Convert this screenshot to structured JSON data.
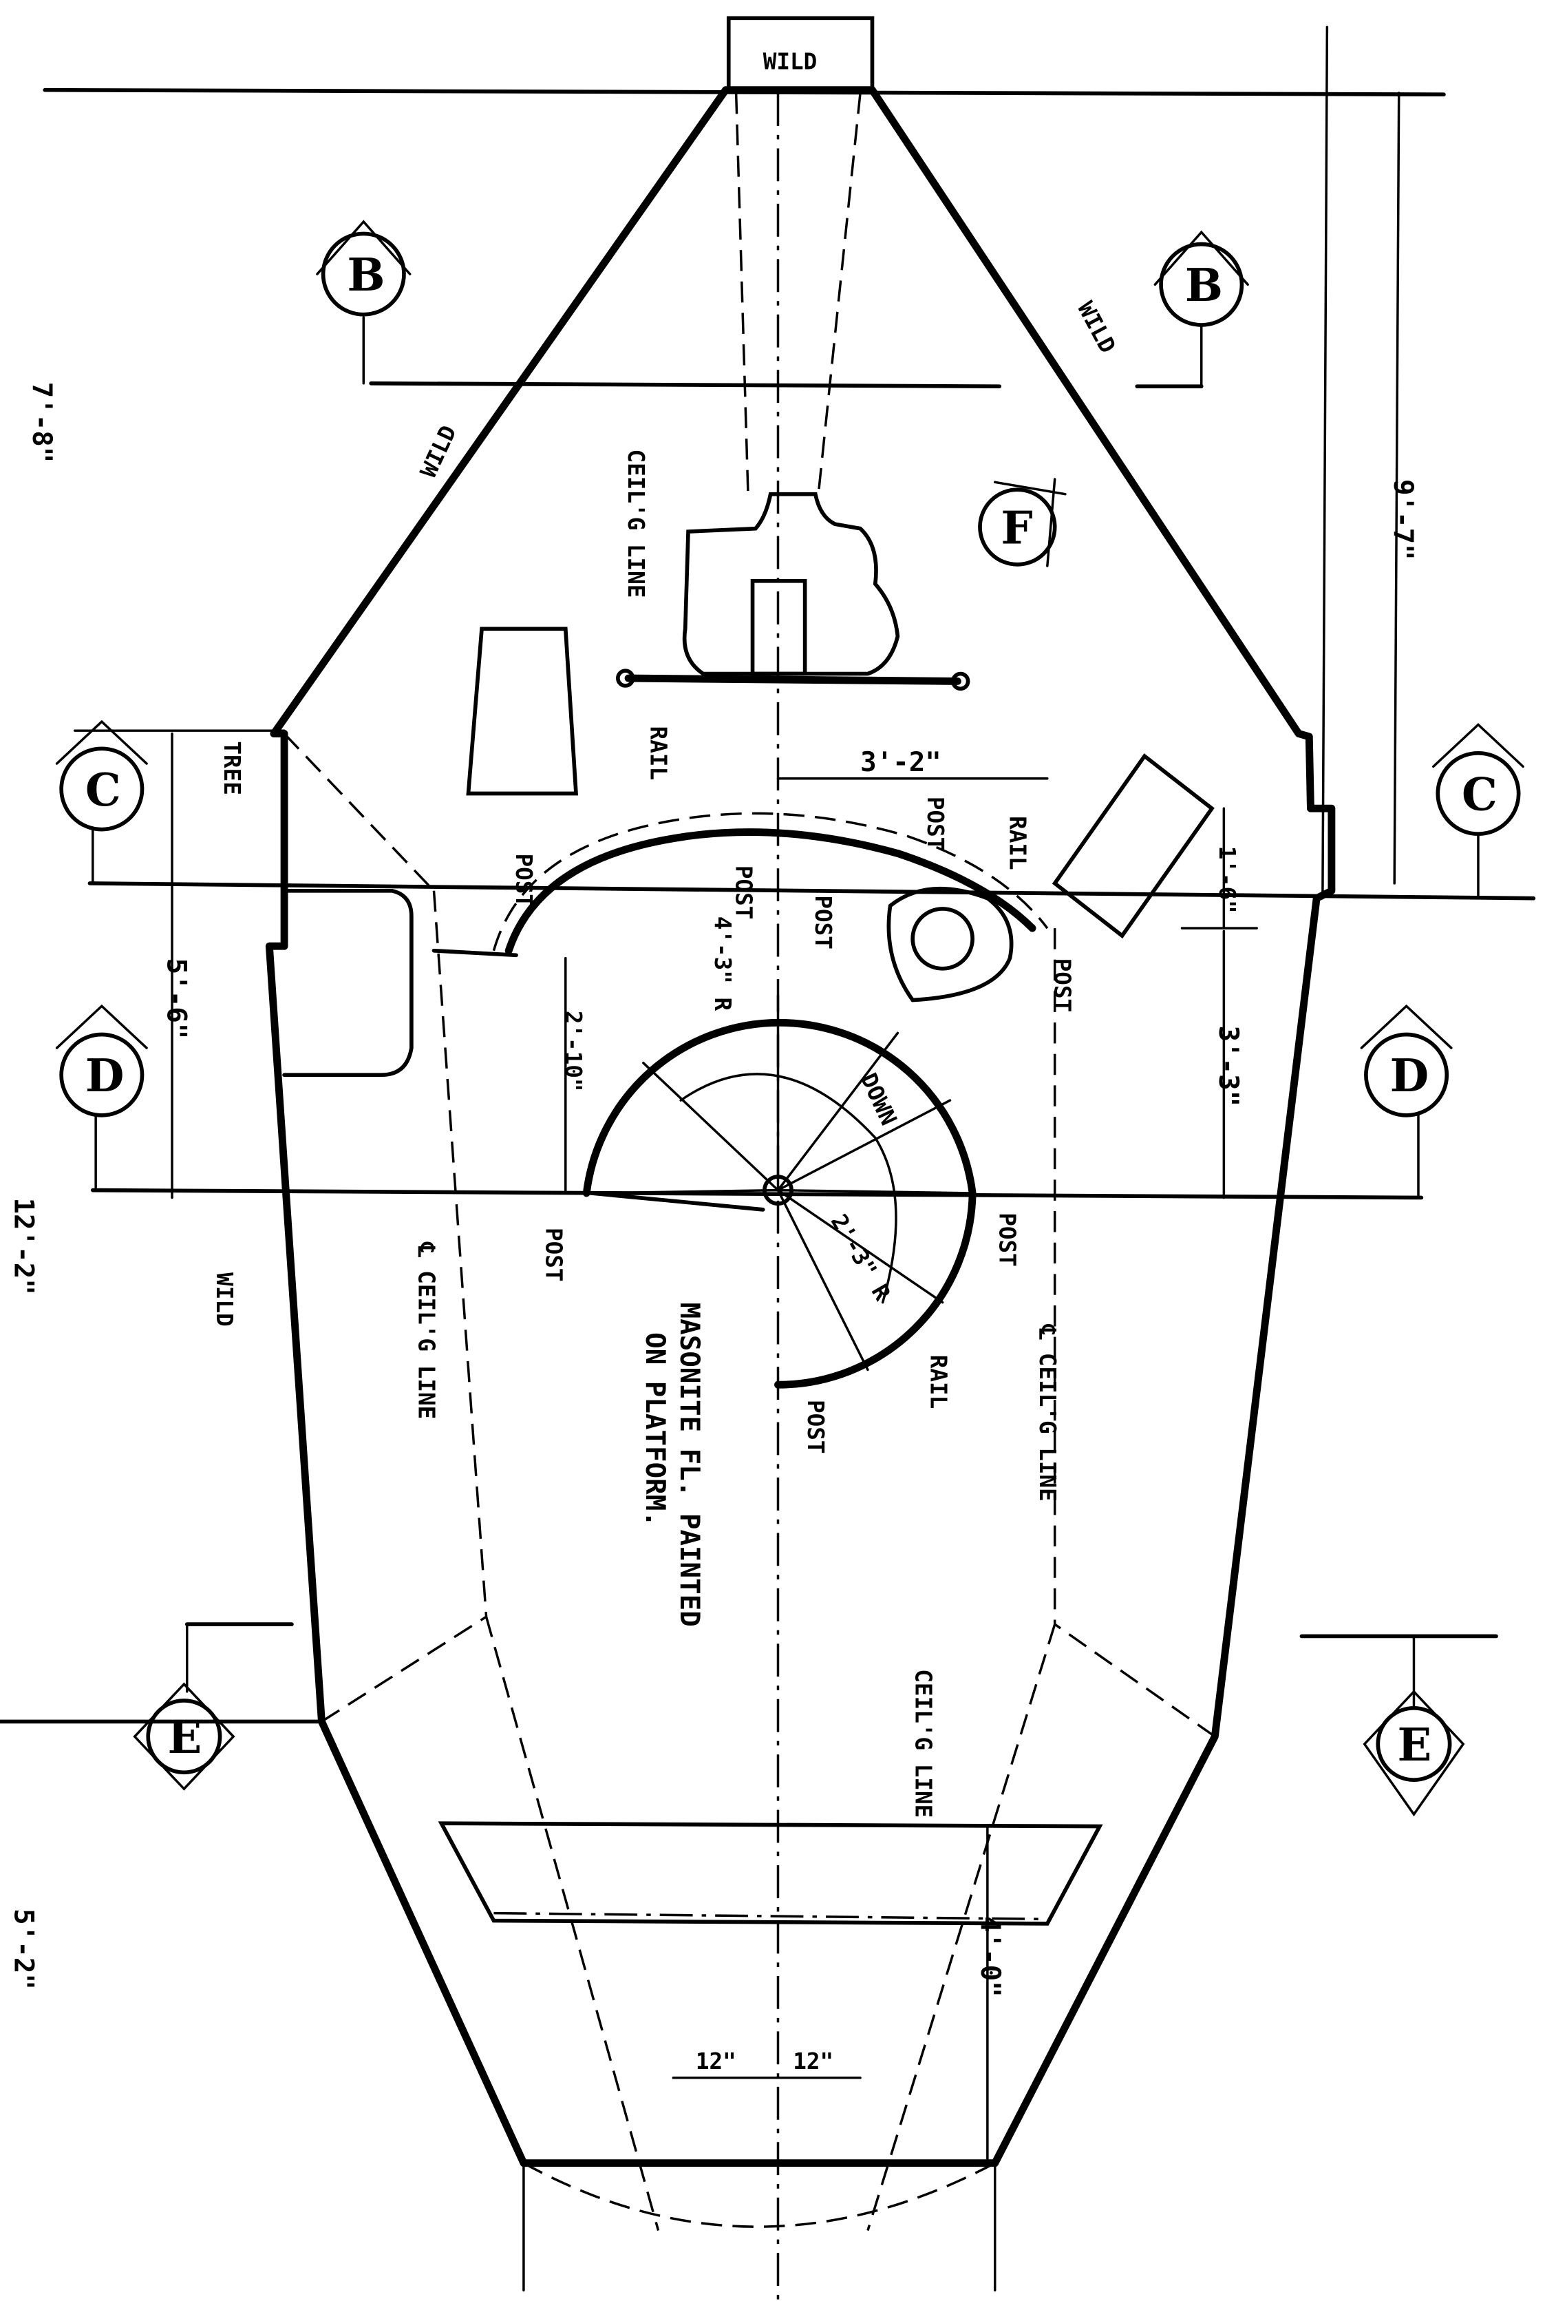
{
  "title": "Set floor plan drawing",
  "labels": {
    "wild_top": "WILD",
    "wild_left_diag": "WILD",
    "wild_right_diag": "WILD",
    "wild_left_mid": "WILD",
    "ceil_line_top": "CEIL'G LINE",
    "ceil_line_left": "℄ CEIL'G LINE",
    "ceil_line_right": "℄ CEIL'G LINE",
    "ceil_line_bottom": "CEIL'G LINE",
    "rail_1": "RAIL",
    "rail_2": "RAIL",
    "rail_3": "RAIL",
    "post_1": "POST",
    "post_2": "POST",
    "post_3": "POST",
    "post_4": "POST",
    "post_5": "POST",
    "post_6": "POST",
    "post_7": "POST",
    "post_8": "POST",
    "down": "DOWN",
    "tree": "TREE",
    "note": "MASONITE FL. PAINTED",
    "note2": "ON PLATFORM."
  },
  "dimensions": {
    "left_top": "7'-8\"",
    "left_mid": "12'-2\"",
    "left_bottom": "5'-2\"",
    "right_top": "9'-7\"",
    "d_3_2": "3'-2\"",
    "d_1_6": "1'-6\"",
    "d_3_3": "3'-3\"",
    "d_5_6": "5'-6\"",
    "d_2_10": "2'-10\"",
    "r_4_3": "4'-3\" R",
    "r_2_3": "2'-3\" R",
    "d_12a": "12\"",
    "d_12b": "12\"",
    "d_4_0": "4'-0\""
  },
  "section_markers": {
    "b_left": "B",
    "b_right": "B",
    "c_left": "C",
    "c_right": "C",
    "d_left": "D",
    "d_right": "D",
    "e_left": "E",
    "e_right": "E",
    "f": "F"
  }
}
